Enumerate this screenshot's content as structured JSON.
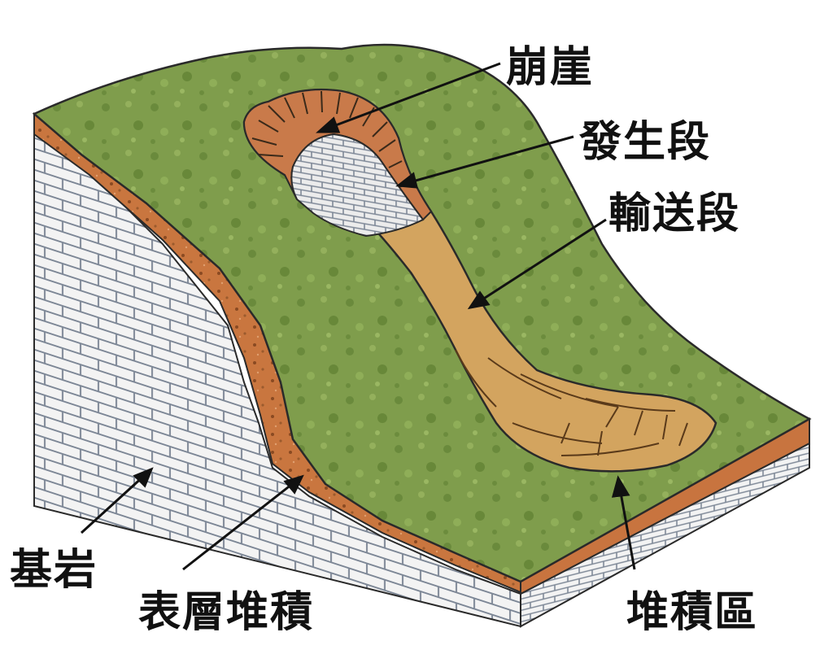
{
  "labels": {
    "scarp": "崩崖",
    "source_zone": "發生段",
    "transport_zone": "輸送段",
    "bedrock": "基岩",
    "surface_deposit": "表層堆積",
    "deposition_zone": "堆積區"
  },
  "colors": {
    "grass": "#7a9a4a",
    "grass_dark": "#5f7f38",
    "soil_layer": "#c8743f",
    "debris": "#d3a45f",
    "scarp": "#c97a4a",
    "bedrock_fill": "#f2f2f2",
    "bedrock_line": "#7f8a99",
    "outline": "#2a2a2a",
    "text": "#111111"
  }
}
